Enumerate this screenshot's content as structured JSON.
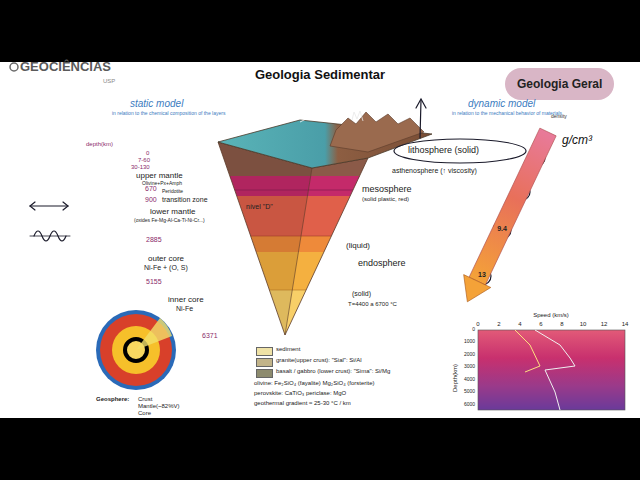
{
  "diagram": {
    "title": "Geologia Sedimentar",
    "nodes": [
      {
        "text": [
          "Geologia Geral"
        ]
      }
    ],
    "labels": [
      "GEOCIÊNCIAS",
      "USP",
      "static model",
      "in relation to the chemical composition of the layers",
      "depth(km)",
      "0",
      "7-60",
      "30-130",
      "upper mantle",
      "Olivine+Px+Amph",
      "Peridotite",
      "670",
      "transition zone",
      "900",
      "lower mantle",
      "(oxides Fe-Mg-Al-Ca-Ti-Ni-Cr...)",
      "2885",
      "outer core",
      "Ni-Fe + (O, S)",
      "5155",
      "inner core",
      "Ni-Fe",
      "6371",
      "nível \"D\"",
      "mesosphere",
      "(solid plastic, red)",
      "(liquid)",
      "endosphere",
      "(solid)",
      "T=4400 a 6700 °C",
      "dynamic model",
      "in relation to the mechanical behavior of materials",
      "lithosphere (solid)",
      "asthenosphere (↑ viscosity)",
      "density",
      "g/cm³",
      "9.4",
      "13",
      "olivine: Fe₂SiO₄ (fayalite)   Mg₂SiO₄ (forsterite)",
      "perovskite: CaTiO₃   periclase: MgO",
      "geothermal gradient ≈ 25-30 °C / km",
      "Geosphere:",
      "Crust",
      "Mantle(~82%V)",
      "Core",
      "Speed (km/s)",
      "0",
      "2",
      "4",
      "6",
      "8",
      "10",
      "12",
      "14",
      "Depth(km)",
      "0",
      "1000",
      "2000",
      "3000",
      "4000",
      "5000",
      "6000"
    ],
    "legend": [
      {
        "text": "sediment",
        "color": "#efe2a6"
      },
      {
        "text": "granite(upper crust): \"Sial\": Si/Al",
        "color": "#c2b48a"
      },
      {
        "text": "basalt / gabbro (lower crust): \"Sima\": Si/Mg",
        "color": "#8d8b6e"
      }
    ]
  }
}
